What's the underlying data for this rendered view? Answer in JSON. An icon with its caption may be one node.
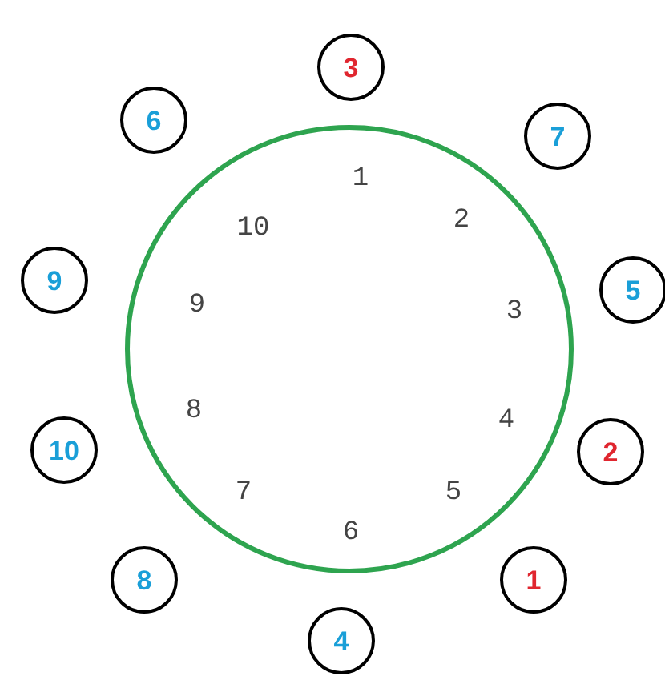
{
  "diagram": {
    "nodes": [
      {
        "text": [
          "1",
          "2",
          "3",
          "4",
          "5",
          "6",
          "7",
          "8",
          "9",
          "10"
        ]
      },
      {
        "text": [
          "3"
        ]
      },
      {
        "text": [
          "7"
        ]
      },
      {
        "text": [
          "5"
        ]
      },
      {
        "text": [
          "2"
        ]
      },
      {
        "text": [
          "1"
        ]
      },
      {
        "text": [
          "4"
        ]
      },
      {
        "text": [
          "8"
        ]
      },
      {
        "text": [
          "10"
        ]
      },
      {
        "text": [
          "9"
        ]
      },
      {
        "text": [
          "6"
        ]
      }
    ]
  }
}
